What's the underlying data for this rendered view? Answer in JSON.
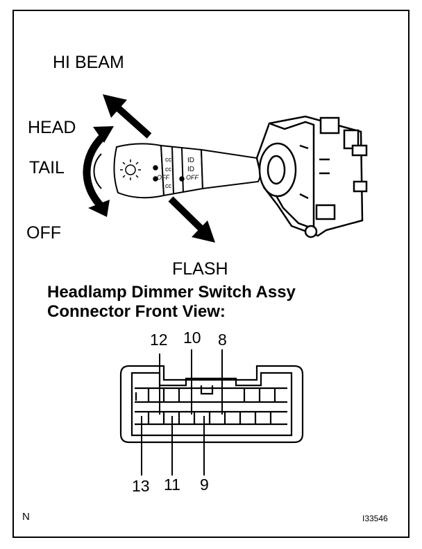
{
  "labels": {
    "hi_beam": "HI BEAM",
    "head": "HEAD",
    "tail": "TAIL",
    "off": "OFF",
    "flash": "FLASH"
  },
  "switch_markings": {
    "off_left": "OFF",
    "off_right": "OFF"
  },
  "title": {
    "line1": "Headlamp Dimmer Switch Assy",
    "line2": "Connector Front View:"
  },
  "pins_top": [
    "12",
    "10",
    "8"
  ],
  "pins_bottom": [
    "13",
    "11",
    "9"
  ],
  "corner_left": "N",
  "figure_id": "I33546"
}
